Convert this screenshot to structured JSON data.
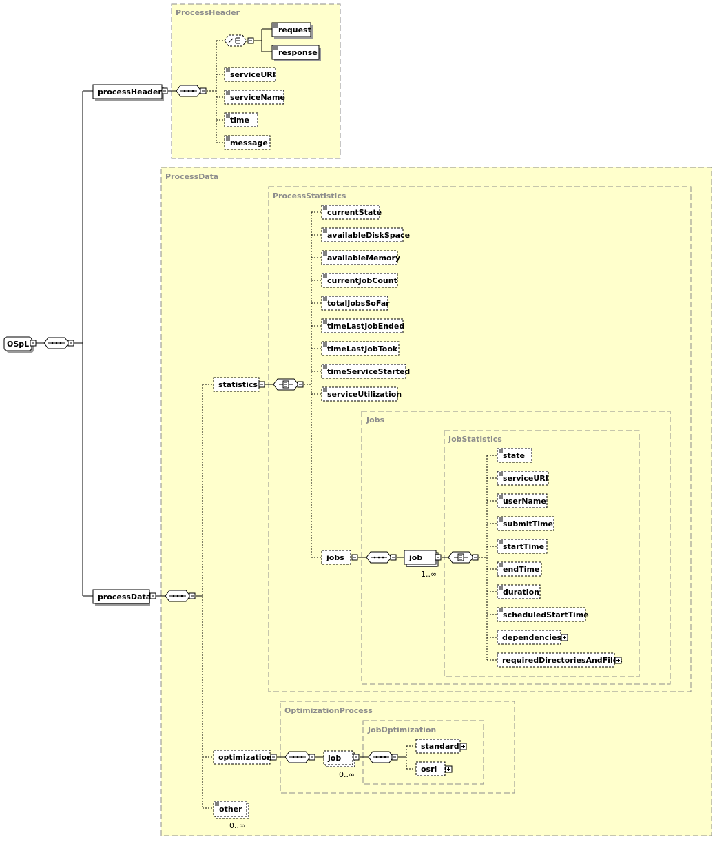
{
  "root": {
    "label": "OSpL"
  },
  "groups": {
    "process_header": "ProcessHeader",
    "process_data": "ProcessData",
    "process_statistics": "ProcessStatistics",
    "jobs": "Jobs",
    "job_statistics": "JobStatistics",
    "optimization_process": "OptimizationProcess",
    "job_optimization": "JobOptimization"
  },
  "elements": {
    "process_header": "processHeader",
    "request": "request",
    "response": "response",
    "header_service_uri": "serviceURI",
    "service_name": "serviceName",
    "time": "time",
    "message": "message",
    "process_data": "processData",
    "statistics": "statistics",
    "current_state": "currentState",
    "available_disk_space": "availableDiskSpace",
    "available_memory": "availableMemory",
    "current_job_count": "currentJobCount",
    "total_jobs_so_far": "totalJobsSoFar",
    "time_last_job_ended": "timeLastJobEnded",
    "time_last_job_took": "timeLastJobTook",
    "time_service_started": "timeServiceStarted",
    "service_utilization": "serviceUtilization",
    "jobs": "jobs",
    "job": "job",
    "state": "state",
    "job_service_uri": "serviceURI",
    "user_name": "userName",
    "submit_time": "submitTime",
    "start_time": "startTime",
    "end_time": "endTime",
    "duration": "duration",
    "scheduled_start_time": "scheduledStartTime",
    "dependencies": "dependencies",
    "required_directories_and_files": "requiredDirectoriesAndFiles",
    "optimization": "optimization",
    "opt_job": "job",
    "standard": "standard",
    "osrl": "osrl",
    "other": "other"
  },
  "occurrences": {
    "job": "1..∞",
    "opt_job": "0..∞",
    "other": "0..∞"
  }
}
